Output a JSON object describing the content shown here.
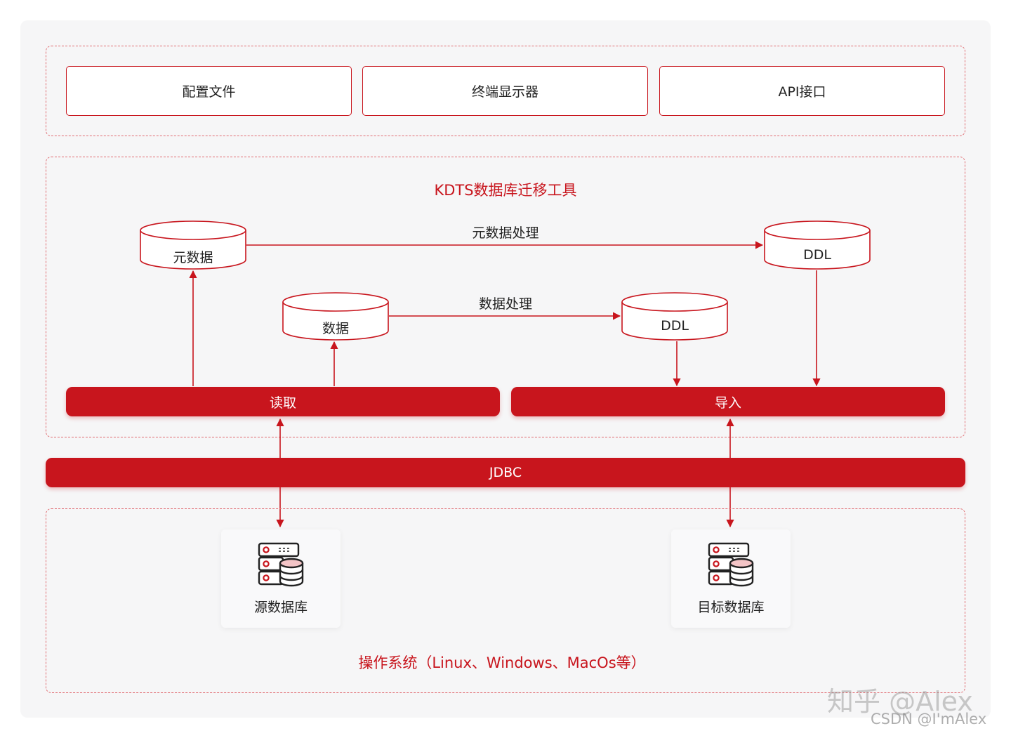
{
  "top_layer": {
    "boxes": [
      "配置文件",
      "终端显示器",
      "API接口"
    ]
  },
  "tool": {
    "title": "KDTS数据库迁移工具",
    "metadata_db": "元数据",
    "data_db": "数据",
    "ddl_top": "DDL",
    "ddl_mid": "DDL",
    "edge_metadata": "元数据处理",
    "edge_data": "数据处理",
    "read_bar": "读取",
    "import_bar": "导入"
  },
  "jdbc": "JDBC",
  "os_layer": {
    "source_db": "源数据库",
    "target_db": "目标数据库",
    "label": "操作系统（Linux、Windows、MacOs等）"
  },
  "watermark": {
    "zhihu": "知乎 @Alex",
    "csdn": "CSDN @I'mAlex"
  },
  "colors": {
    "accent": "#c8151d",
    "dashed": "#e06c72",
    "background": "#f6f6f7",
    "db_pink": "#f3c4c6"
  },
  "icons": [
    "database-server-icon"
  ]
}
